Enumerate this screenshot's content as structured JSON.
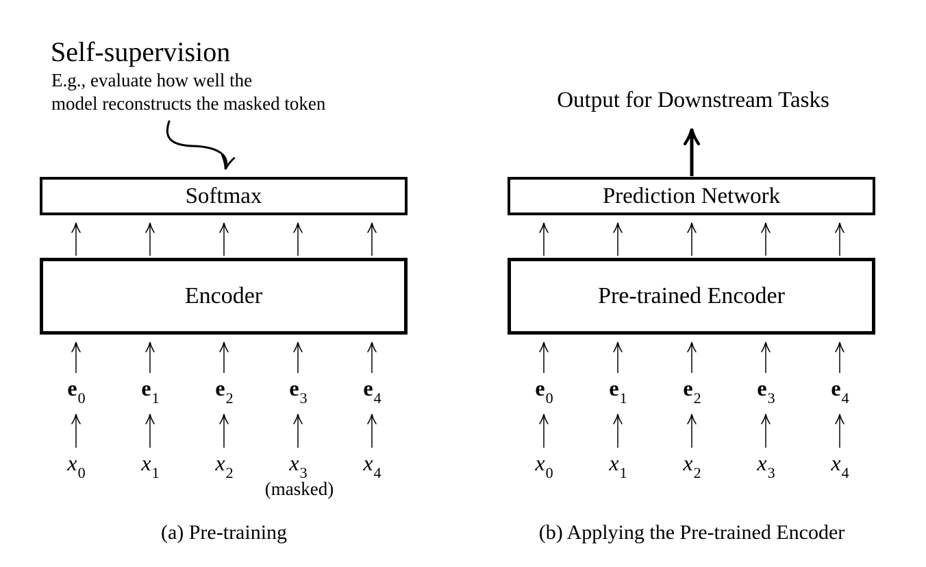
{
  "colors": {
    "ink": "#000000",
    "background": "#ffffff"
  },
  "panel_a": {
    "annotation": {
      "title": "Self-supervision",
      "line1": "E.g., evaluate how well the",
      "line2": "model reconstructs the masked token"
    },
    "softmax_label": "Softmax",
    "encoder_label": "Encoder",
    "embeddings": [
      {
        "base": "e",
        "sub": "0"
      },
      {
        "base": "e",
        "sub": "1"
      },
      {
        "base": "e",
        "sub": "2"
      },
      {
        "base": "e",
        "sub": "3"
      },
      {
        "base": "e",
        "sub": "4"
      }
    ],
    "inputs": [
      {
        "base": "x",
        "sub": "0"
      },
      {
        "base": "x",
        "sub": "1"
      },
      {
        "base": "x",
        "sub": "2"
      },
      {
        "base": "x",
        "sub": "3"
      },
      {
        "base": "x",
        "sub": "4"
      }
    ],
    "masked_note": "(masked)",
    "caption": "(a) Pre-training"
  },
  "panel_b": {
    "output_label": "Output for Downstream Tasks",
    "prediction_label": "Prediction Network",
    "encoder_label": "Pre-trained Encoder",
    "embeddings": [
      {
        "base": "e",
        "sub": "0"
      },
      {
        "base": "e",
        "sub": "1"
      },
      {
        "base": "e",
        "sub": "2"
      },
      {
        "base": "e",
        "sub": "3"
      },
      {
        "base": "e",
        "sub": "4"
      }
    ],
    "inputs": [
      {
        "base": "x",
        "sub": "0"
      },
      {
        "base": "x",
        "sub": "1"
      },
      {
        "base": "x",
        "sub": "2"
      },
      {
        "base": "x",
        "sub": "3"
      },
      {
        "base": "x",
        "sub": "4"
      }
    ],
    "caption": "(b) Applying the Pre-trained Encoder"
  }
}
